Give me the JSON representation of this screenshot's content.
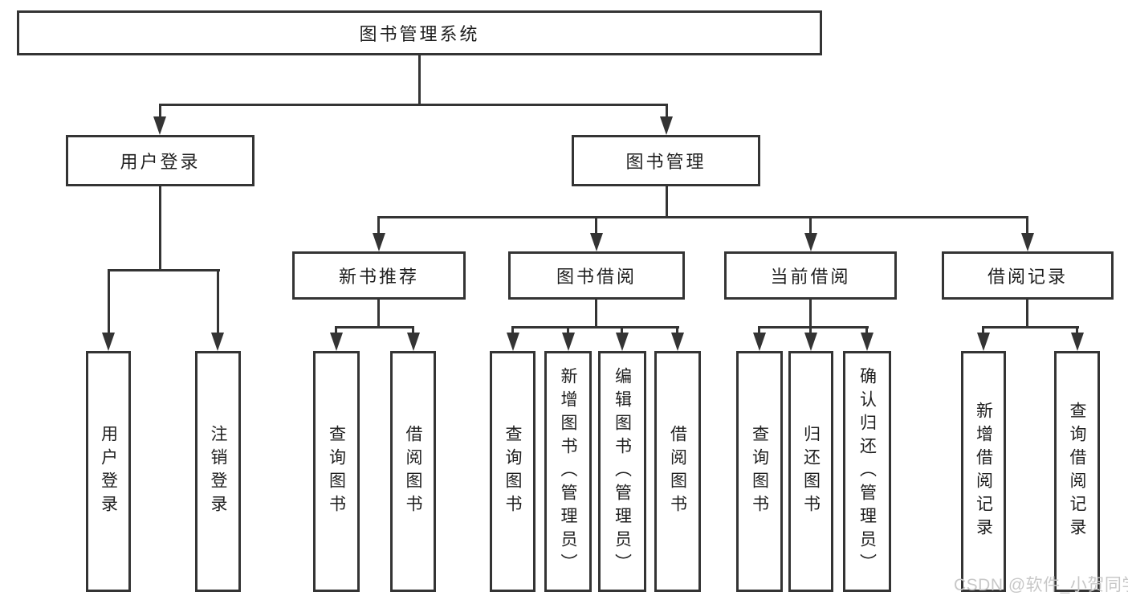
{
  "diagram": {
    "type": "hierarchy-tree",
    "colors": {
      "line": "#343434",
      "text": "#1f1f1f",
      "background": "#ffffff",
      "watermark": "#c8c8c8"
    },
    "tree": {
      "label": "图书管理系统",
      "children": [
        {
          "label": "用户登录",
          "children": [
            {
              "label": "用户登录"
            },
            {
              "label": "注销登录"
            }
          ]
        },
        {
          "label": "图书管理",
          "children": [
            {
              "label": "新书推荐",
              "children": [
                {
                  "label": "查询图书"
                },
                {
                  "label": "借阅图书"
                }
              ]
            },
            {
              "label": "图书借阅",
              "children": [
                {
                  "label": "查询图书"
                },
                {
                  "label": "新增图书（管理员）"
                },
                {
                  "label": "编辑图书（管理员）"
                },
                {
                  "label": "借阅图书"
                }
              ]
            },
            {
              "label": "当前借阅",
              "children": [
                {
                  "label": "查询图书"
                },
                {
                  "label": "归还图书"
                },
                {
                  "label": "确认归还（管理员）"
                }
              ]
            },
            {
              "label": "借阅记录",
              "children": [
                {
                  "label": "新增借阅记录"
                },
                {
                  "label": "查询借阅记录"
                }
              ]
            }
          ]
        }
      ]
    },
    "watermark": {
      "text": "CSDN @软件_小贺同学"
    }
  }
}
